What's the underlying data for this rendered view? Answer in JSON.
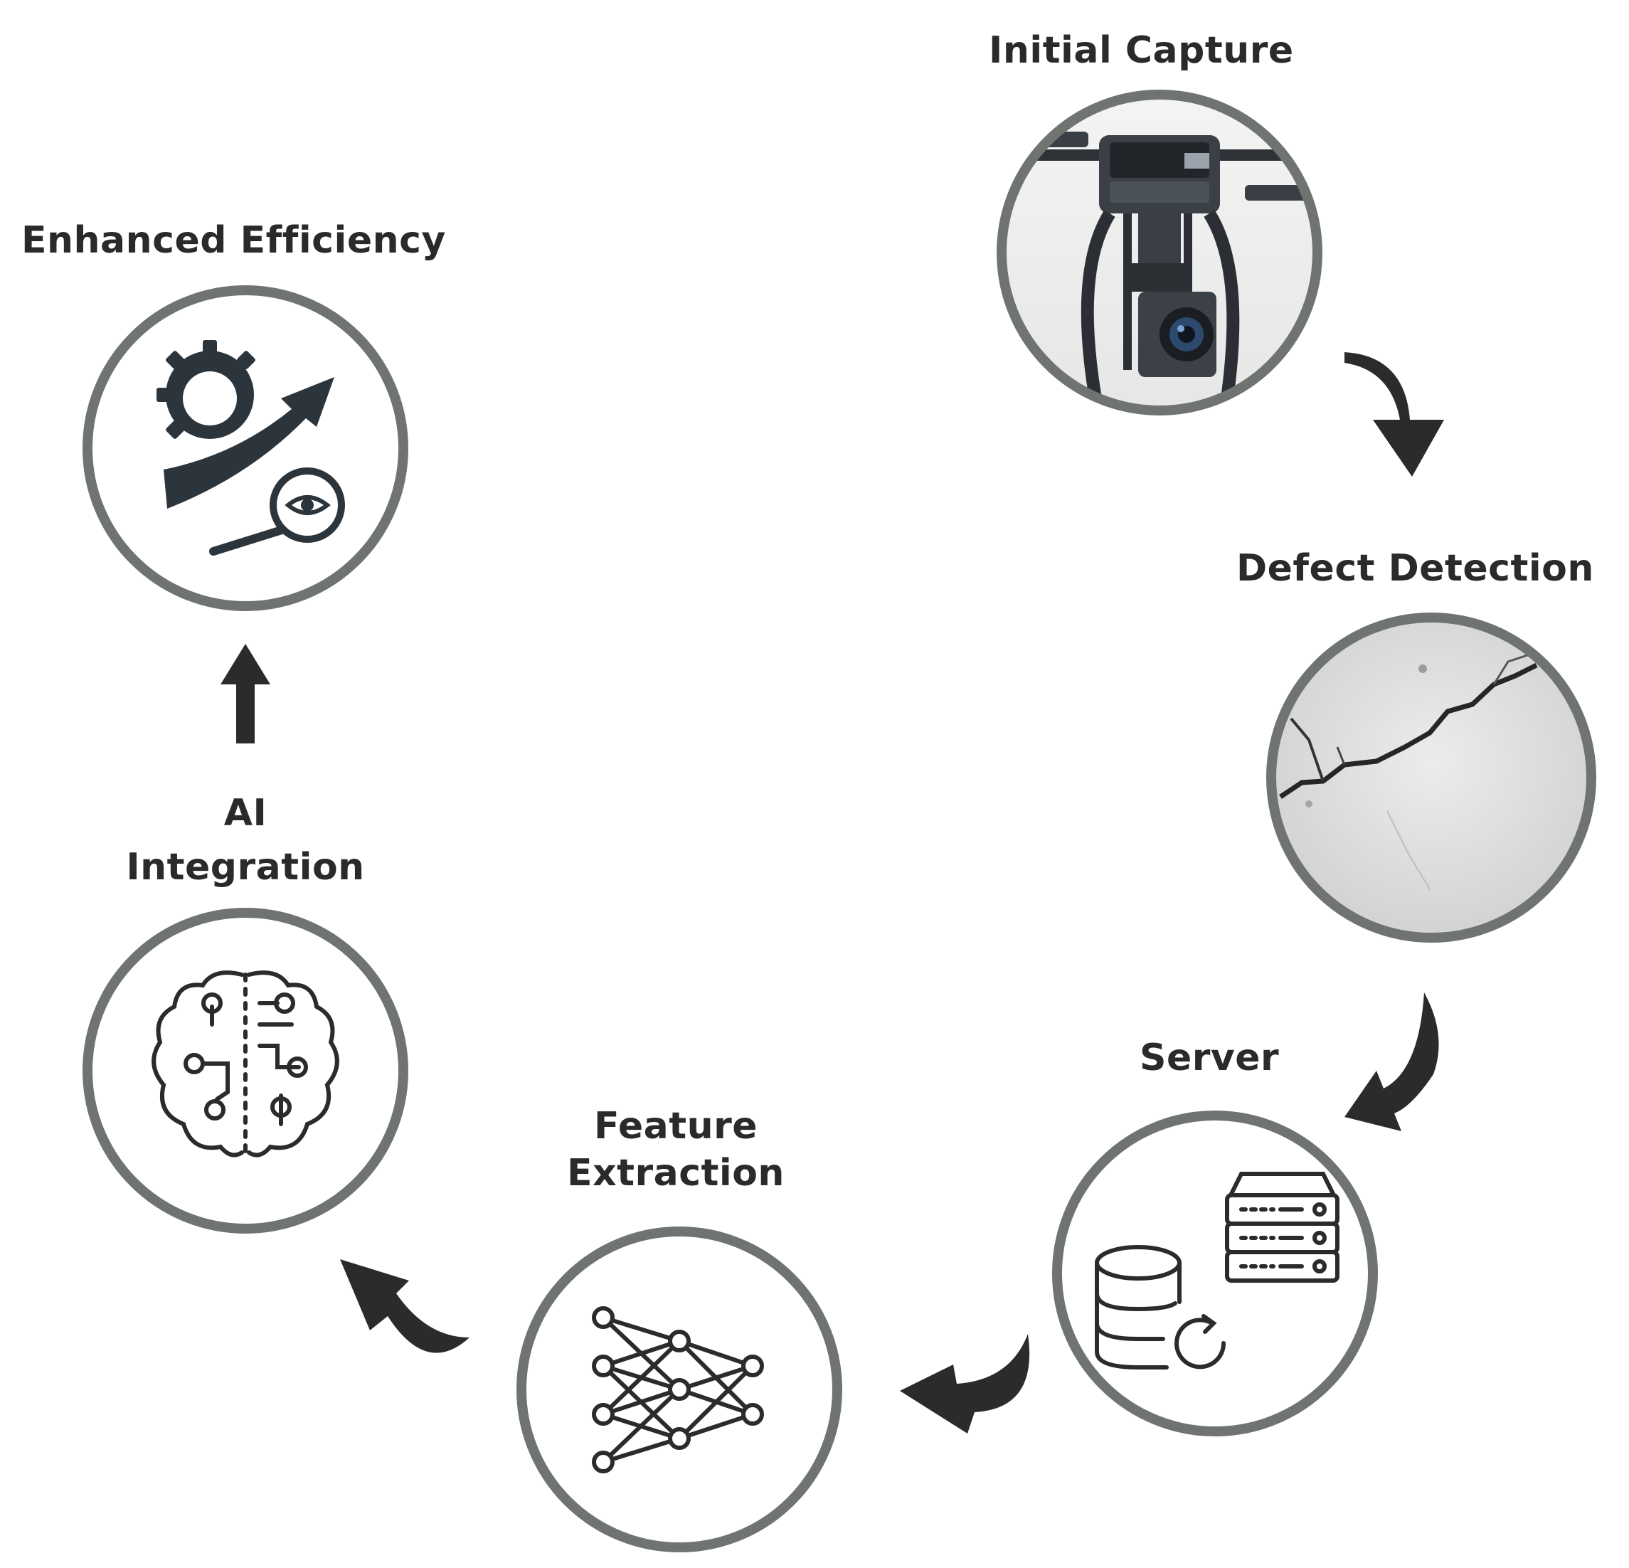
{
  "diagram": {
    "type": "process-cycle",
    "steps": [
      {
        "label": "Initial Capture",
        "icon": "drone-camera-photo"
      },
      {
        "label": "Defect Detection",
        "icon": "concrete-crack-photo"
      },
      {
        "label": "Server",
        "icon": "database-server-icon"
      },
      {
        "label": "Feature Extraction",
        "label_lines": [
          "Feature",
          "Extraction"
        ],
        "icon": "neural-network-icon"
      },
      {
        "label": "AI Integration",
        "label_lines": [
          "AI",
          "Integration"
        ],
        "icon": "ai-brain-circuit-icon"
      },
      {
        "label": "Enhanced Efficiency",
        "icon": "gear-growth-inspection-icon"
      }
    ],
    "flow": "clockwise from Initial Capture through Enhanced Efficiency",
    "colors": {
      "ring": "#6f7470",
      "arrow": "#2b2b2b",
      "text": "#2a2a2a",
      "icon_dark": "#2d353c"
    }
  }
}
